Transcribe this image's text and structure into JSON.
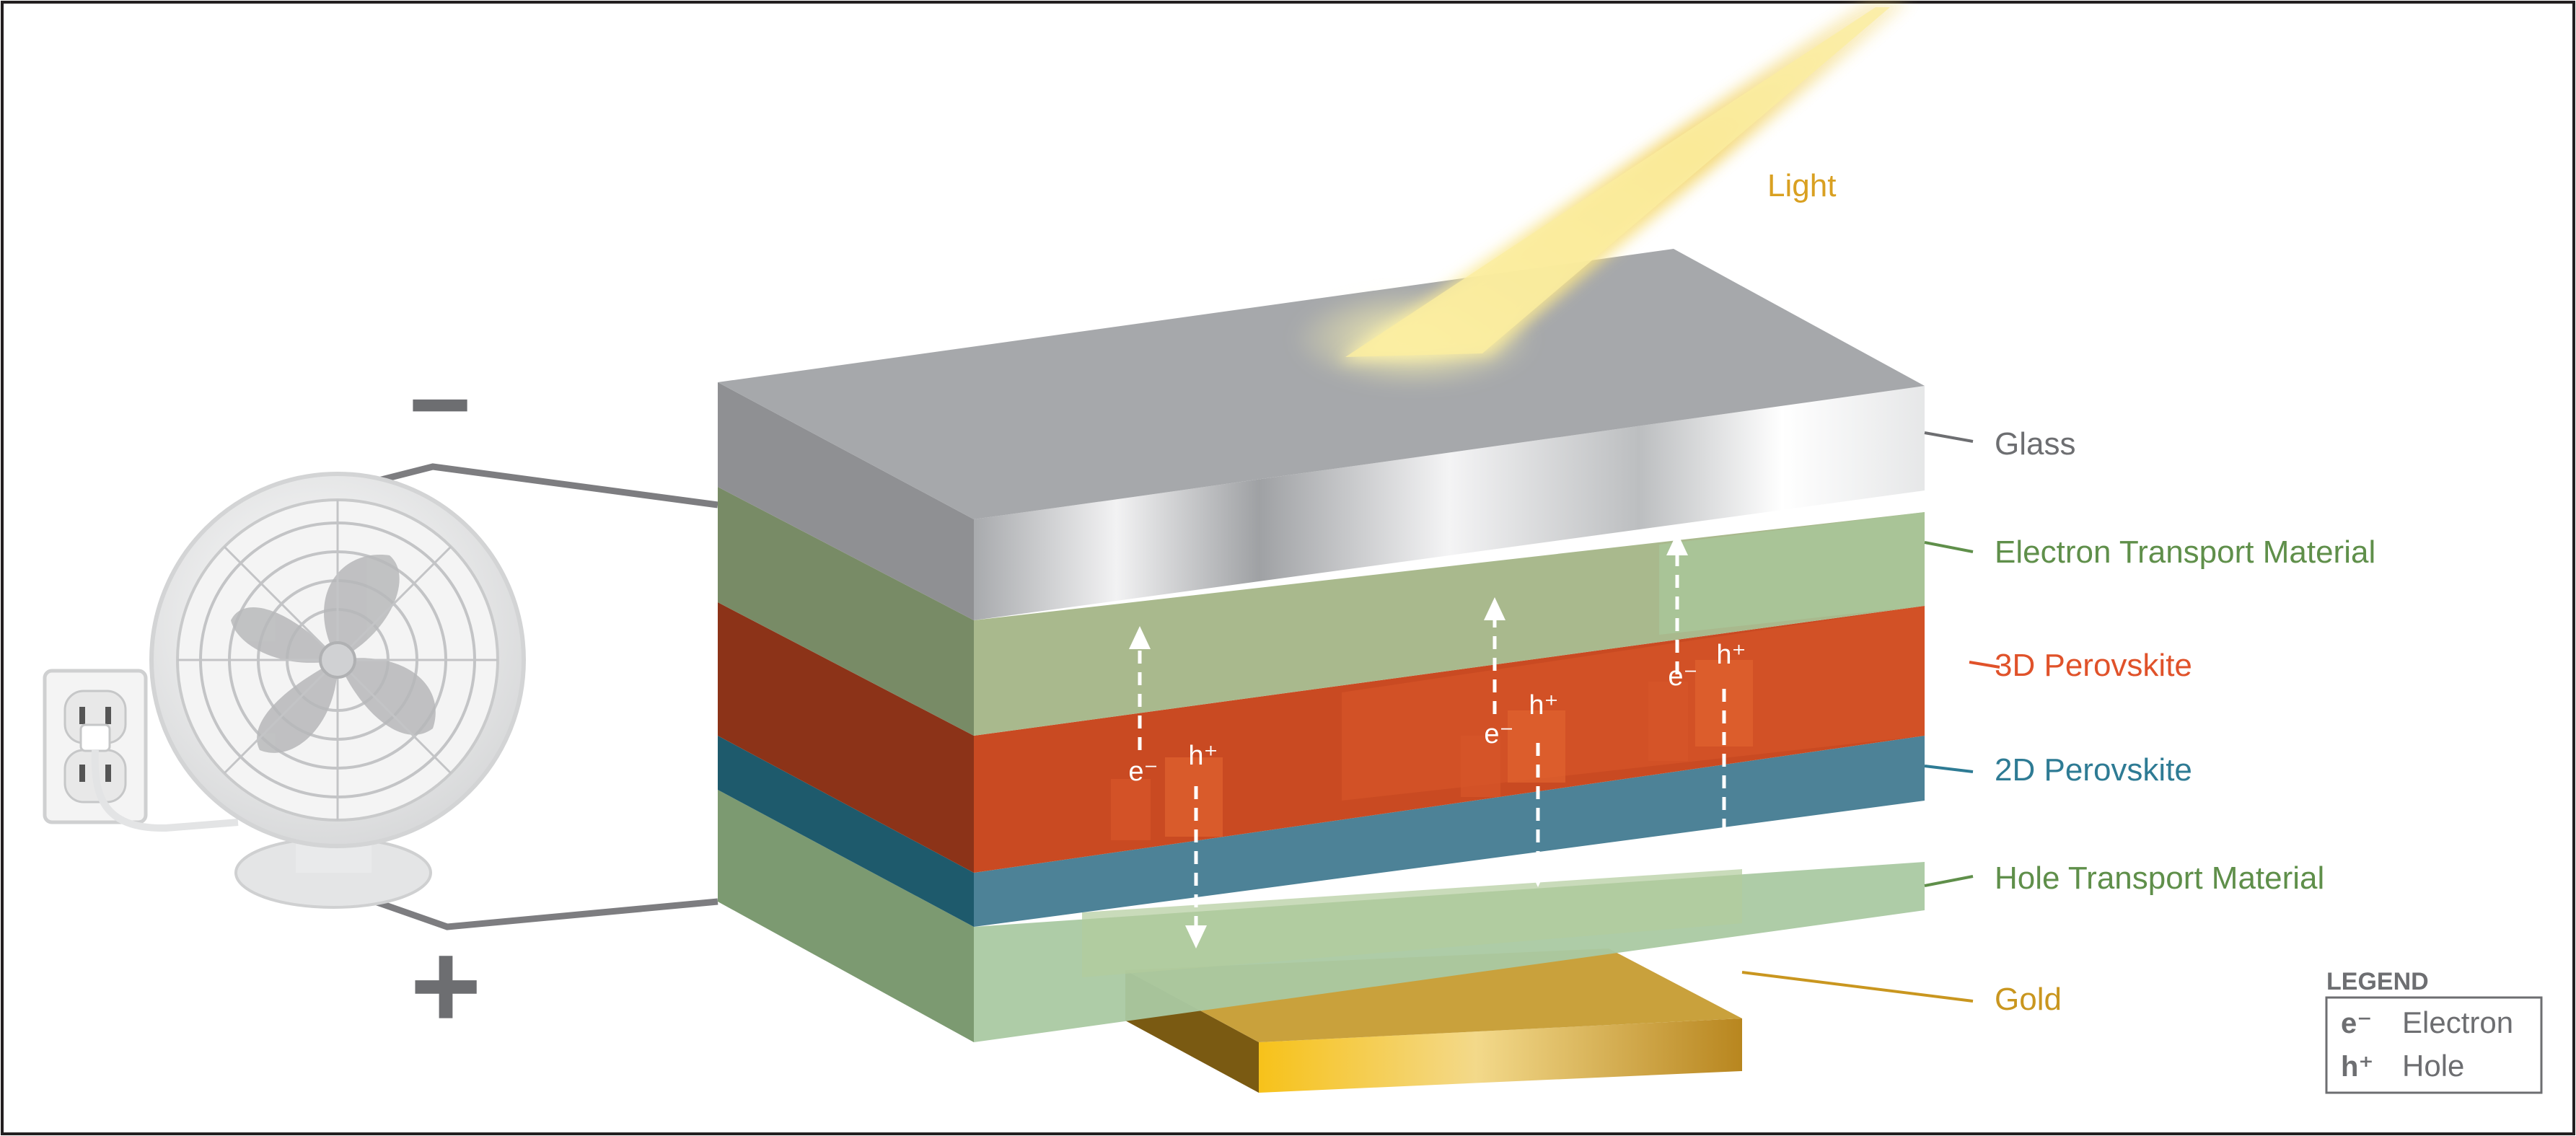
{
  "light": {
    "label": "Light",
    "color": "#d9a021"
  },
  "layers": [
    {
      "key": "glass",
      "label": "Glass",
      "color": "#6d6e71"
    },
    {
      "key": "etm",
      "label": "Electron Transport Material",
      "color": "#5f8f4a"
    },
    {
      "key": "p3d",
      "label": "3D Perovskite",
      "color": "#e0522a"
    },
    {
      "key": "p2d",
      "label": "2D Perovskite",
      "color": "#2e7b94"
    },
    {
      "key": "htm",
      "label": "Hole Transport Material",
      "color": "#5f8f4a"
    },
    {
      "key": "gold",
      "label": "Gold",
      "color": "#c9961f"
    }
  ],
  "terminals": {
    "negative": "−",
    "positive": "+"
  },
  "carriers": {
    "electron": "e⁻",
    "hole": "h⁺"
  },
  "legend": {
    "title": "LEGEND",
    "items": [
      {
        "symbol": "e⁻",
        "label": "Electron"
      },
      {
        "symbol": "h⁺",
        "label": "Hole"
      }
    ]
  },
  "icons": [
    "fan-icon",
    "wall-outlet-icon",
    "light-beam-icon"
  ]
}
